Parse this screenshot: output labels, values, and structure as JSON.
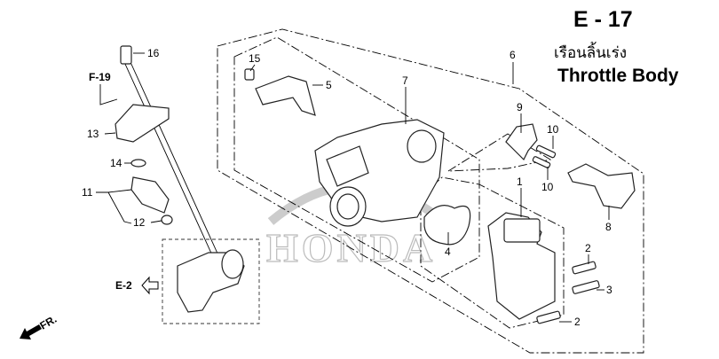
{
  "header": {
    "section_code": "E - 17",
    "title_thai": "เรือนลิ้นเร่ง",
    "title_en": "Throttle Body"
  },
  "watermark": "HONDA",
  "references": {
    "f19": "F-19",
    "e2": "E-2",
    "front": "FR."
  },
  "callouts": {
    "c16": "16",
    "c13": "13",
    "c14": "14",
    "c11": "11",
    "c12": "12",
    "c15": "15",
    "c5": "5",
    "c7": "7",
    "c6": "6",
    "c9": "9",
    "c10a": "10",
    "c10b": "10",
    "c1": "1",
    "c8": "8",
    "c4": "4",
    "c2a": "2",
    "c3": "3",
    "c2b": "2"
  }
}
